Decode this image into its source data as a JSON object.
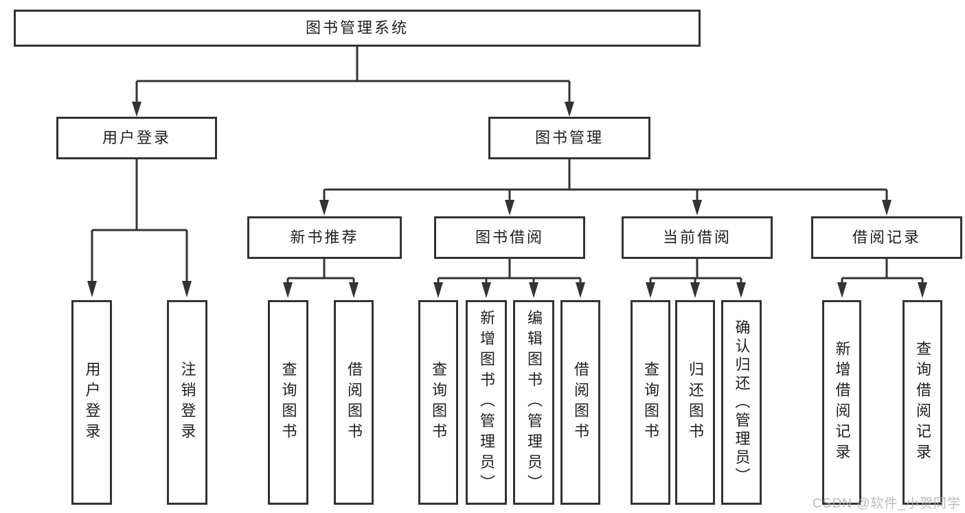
{
  "root": {
    "label": "图书管理系统"
  },
  "branches": [
    {
      "label": "用户登录",
      "children": [
        {
          "label": "用户登录"
        },
        {
          "label": "注销登录"
        }
      ]
    },
    {
      "label": "图书管理",
      "children": [
        {
          "label": "新书推荐",
          "children": [
            {
              "label": "查询图书"
            },
            {
              "label": "借阅图书"
            }
          ]
        },
        {
          "label": "图书借阅",
          "children": [
            {
              "label": "查询图书"
            },
            {
              "label": "新增图书（管理员）"
            },
            {
              "label": "编辑图书（管理员）"
            },
            {
              "label": "借阅图书"
            }
          ]
        },
        {
          "label": "当前借阅",
          "children": [
            {
              "label": "查询图书"
            },
            {
              "label": "归还图书"
            },
            {
              "label": "确认归还（管理员）"
            }
          ]
        },
        {
          "label": "借阅记录",
          "children": [
            {
              "label": "新增借阅记录"
            },
            {
              "label": "查询借阅记录"
            }
          ]
        }
      ]
    }
  ],
  "watermark": "CSDN @软件_小贺同学",
  "colors": {
    "line": "#333333",
    "text": "#1f1f1f",
    "watermark": "#b4b4b4",
    "background": "#ffffff"
  }
}
